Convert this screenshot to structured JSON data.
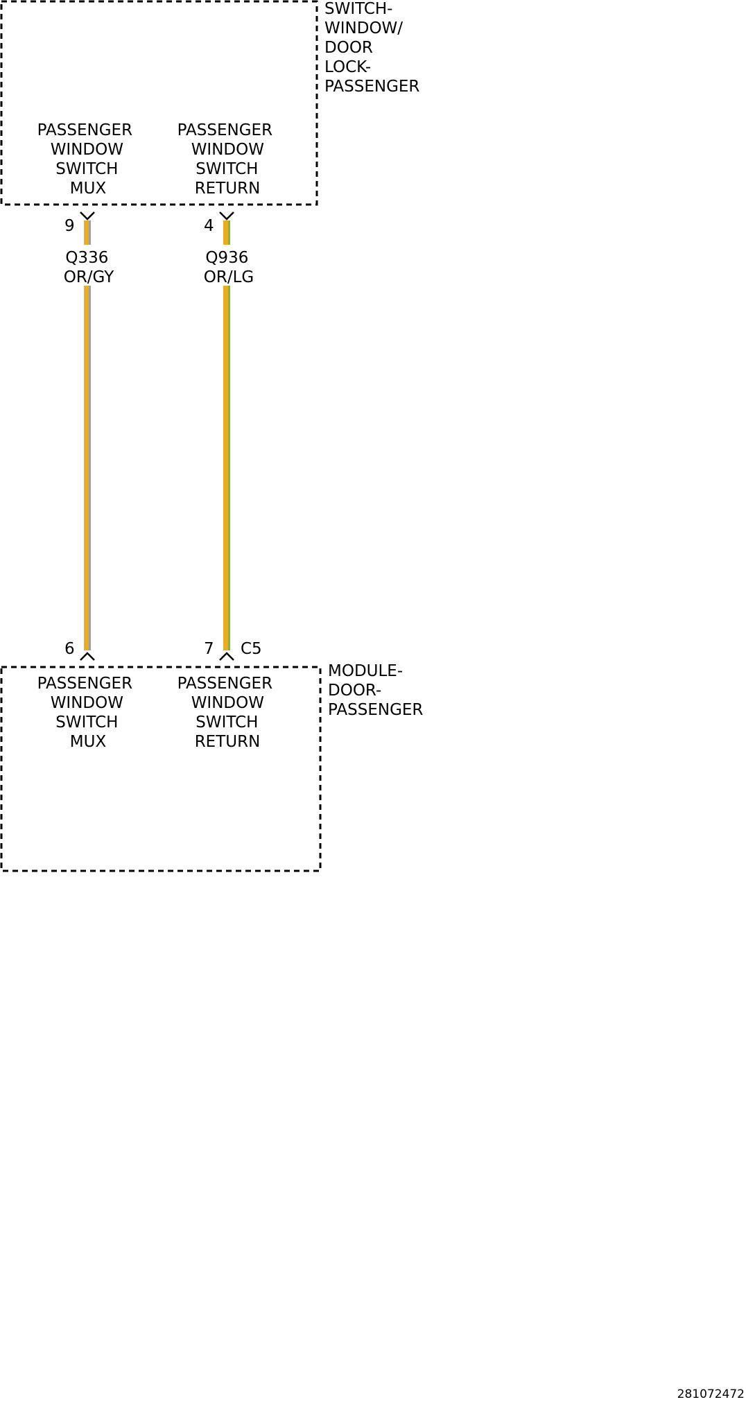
{
  "colors": {
    "orange": "#e9ad22",
    "gray": "#a0a0a0",
    "light_green": "#6fbf3f"
  },
  "top_component": {
    "name_lines": [
      "SWITCH-",
      "WINDOW/",
      "DOOR",
      "LOCK-",
      "PASSENGER"
    ],
    "pins": [
      {
        "number": "9",
        "label_lines": [
          "PASSENGER",
          "WINDOW",
          "SWITCH",
          "MUX"
        ]
      },
      {
        "number": "4",
        "label_lines": [
          "PASSENGER",
          "WINDOW",
          "SWITCH",
          "RETURN"
        ]
      }
    ]
  },
  "wires": [
    {
      "circuit": "Q336",
      "color_code": "OR/GY",
      "base_color": "orange",
      "stripe_color": "gray"
    },
    {
      "circuit": "Q936",
      "color_code": "OR/LG",
      "base_color": "orange",
      "stripe_color": "light_green"
    }
  ],
  "bottom_component": {
    "name_lines": [
      "MODULE-",
      "DOOR-",
      "PASSENGER"
    ],
    "connector": "C5",
    "pins": [
      {
        "number": "6",
        "label_lines": [
          "PASSENGER",
          "WINDOW",
          "SWITCH",
          "MUX"
        ]
      },
      {
        "number": "7",
        "label_lines": [
          "PASSENGER",
          "WINDOW",
          "SWITCH",
          "RETURN"
        ]
      }
    ]
  },
  "diagram_id": "281072472"
}
